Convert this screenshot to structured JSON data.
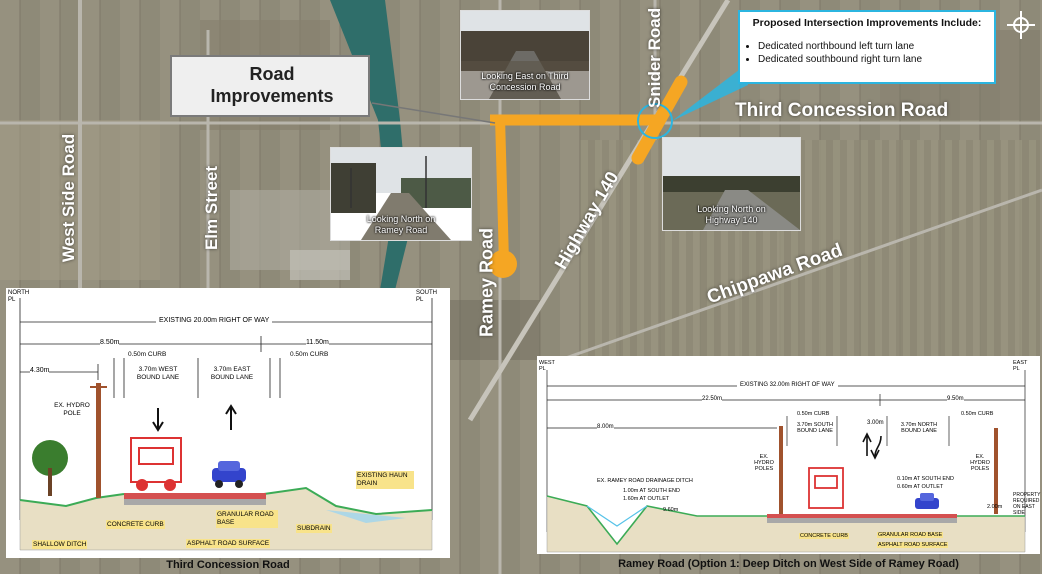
{
  "map": {
    "road_labels": {
      "west_side_road": "West Side Road",
      "elm_street": "Elm Street",
      "ramey_road": "Ramey Road",
      "highway_140": "Highway 140",
      "snider_road": "Snider Road",
      "third_concession_road": "Third Concession Road",
      "chippawa_road": "Chippawa Road"
    },
    "road_improvements_label": "Road Improvements",
    "accent_color": "#f5a623",
    "callout_border_color": "#2bb5e0",
    "photos": [
      {
        "caption": "Looking East on Third Concession Road"
      },
      {
        "caption": "Looking North on Ramey Road"
      },
      {
        "caption": "Looking North on Highway 140"
      }
    ],
    "proposed": {
      "title": "Proposed Intersection Improvements Include:",
      "items": [
        "Dedicated northbound left turn lane",
        "Dedicated southbound right turn lane"
      ]
    },
    "compass_icon": "compass-icon"
  },
  "left_section": {
    "caption": "Third Concession Road",
    "north_pl": "NORTH PL",
    "south_pl": "SOUTH PL",
    "row": "EXISTING 20.00m RIGHT OF WAY",
    "dim_850": "8.50m",
    "dim_1150": "11.50m",
    "dim_430": "4.30m",
    "curb_a": "0.50m CURB",
    "curb_b": "0.50m CURB",
    "wb_lane": "3.70m WEST BOUND LANE",
    "eb_lane": "3.70m EAST BOUND LANE",
    "hydro": "EX. HYDRO POLE",
    "haun": "EXISTING HAUN DRAIN",
    "concrete_curb": "CONCRETE CURB",
    "granular": "GRANULAR ROAD BASE",
    "subdrain": "SUBDRAIN",
    "asphalt": "ASPHALT ROAD SURFACE",
    "ditch": "SHALLOW DITCH"
  },
  "right_section": {
    "caption": "Ramey Road (Option 1: Deep Ditch on West Side of Ramey Road)",
    "west_pl": "WEST PL",
    "east_pl": "EAST PL",
    "row": "EXISTING 32.00m RIGHT OF WAY",
    "dim_2250": "22.50m",
    "dim_950": "9.50m",
    "dim_800": "8.00m",
    "dim_300": "3.00m",
    "dim_960": "9.60m",
    "curb_a": "0.50m CURB",
    "curb_b": "0.50m CURB",
    "sb_lane": "3.70m SOUTH BOUND LANE",
    "nb_lane": "3.70m NORTH BOUND LANE",
    "hydro_a": "EX. HYDRO POLES",
    "hydro_b": "EX. HYDRO POLES",
    "drainage": "EX. RAMEY ROAD DRAINAGE DITCH",
    "south_end_a": "1.00m AT SOUTH END",
    "outlet_a": "1.60m AT OUTLET",
    "south_end_b": "0.10m AT SOUTH END",
    "outlet_b": "0.60m AT OUTLET",
    "property": "PROPERTY REQUIRED ON EAST SIDE",
    "dim_200": "2.00m",
    "concrete_curb": "CONCRETE CURB",
    "granular": "GRANULAR ROAD BASE",
    "asphalt": "ASPHALT ROAD SURFACE"
  }
}
